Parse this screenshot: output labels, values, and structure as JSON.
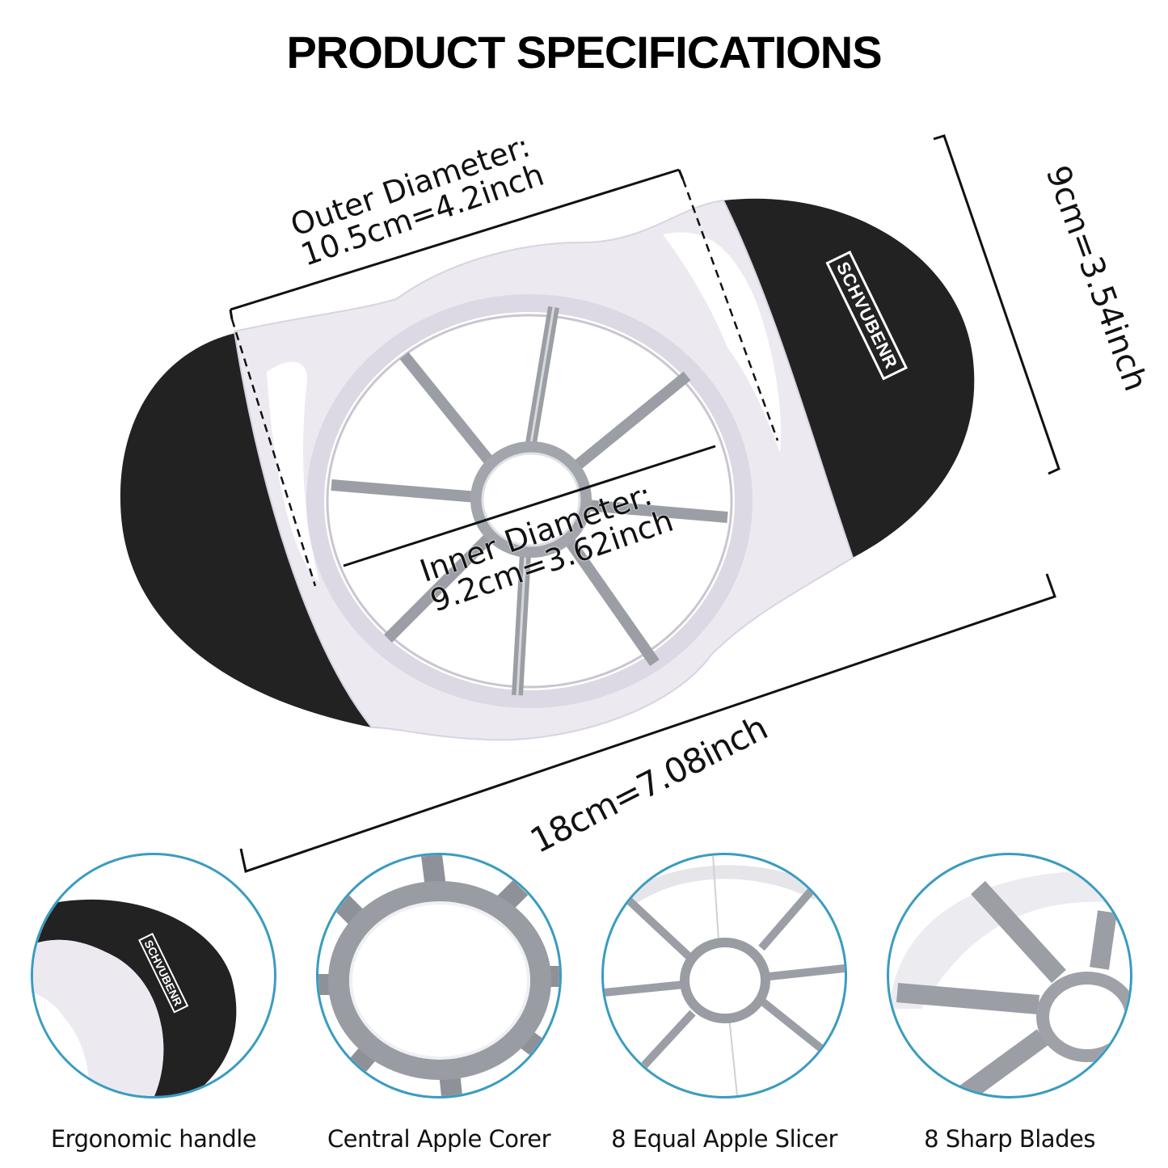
{
  "header": {
    "title": "PRODUCT SPECIFICATIONS"
  },
  "product": {
    "brand": "SCHVUBENR",
    "colors": {
      "handle": "#222222",
      "body": "#e9e7ef",
      "blade": "#9a9ca3",
      "accent_ring": "#3a9cc0"
    }
  },
  "dimensions": {
    "outer_diameter": {
      "label": "Outer Diameter:",
      "value": "10.5cm=4.2inch"
    },
    "inner_diameter": {
      "label": "Inner Diameter:",
      "value": "9.2cm=3.62inch"
    },
    "height": {
      "value": "9cm=3.54inch"
    },
    "length": {
      "value": "18cm=7.08inch"
    }
  },
  "features": [
    {
      "caption": "Ergonomic handle"
    },
    {
      "caption": "Central Apple Corer"
    },
    {
      "caption": "8 Equal Apple Slicer"
    },
    {
      "caption": "8 Sharp Blades"
    }
  ]
}
